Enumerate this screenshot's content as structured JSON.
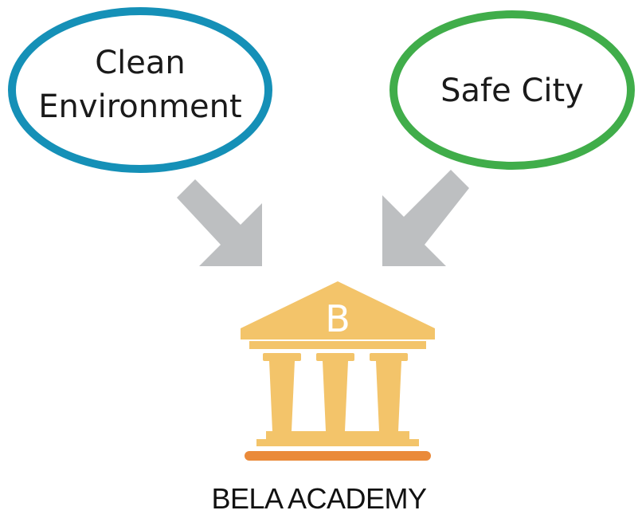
{
  "diagram": {
    "inputs": [
      {
        "line1": "Clean",
        "line2": "Environment",
        "color": "#1590b7"
      },
      {
        "label": "Safe City",
        "color": "#40ad4a"
      }
    ],
    "arrow_color": "#bdbfc1",
    "building": {
      "emblem": "B",
      "roof_color": "#f3c46a",
      "column_color": "#f3c46a",
      "base_color": "#ea8a3a",
      "icon": "bank-building-icon"
    },
    "caption": "BELA ACADEMY"
  }
}
